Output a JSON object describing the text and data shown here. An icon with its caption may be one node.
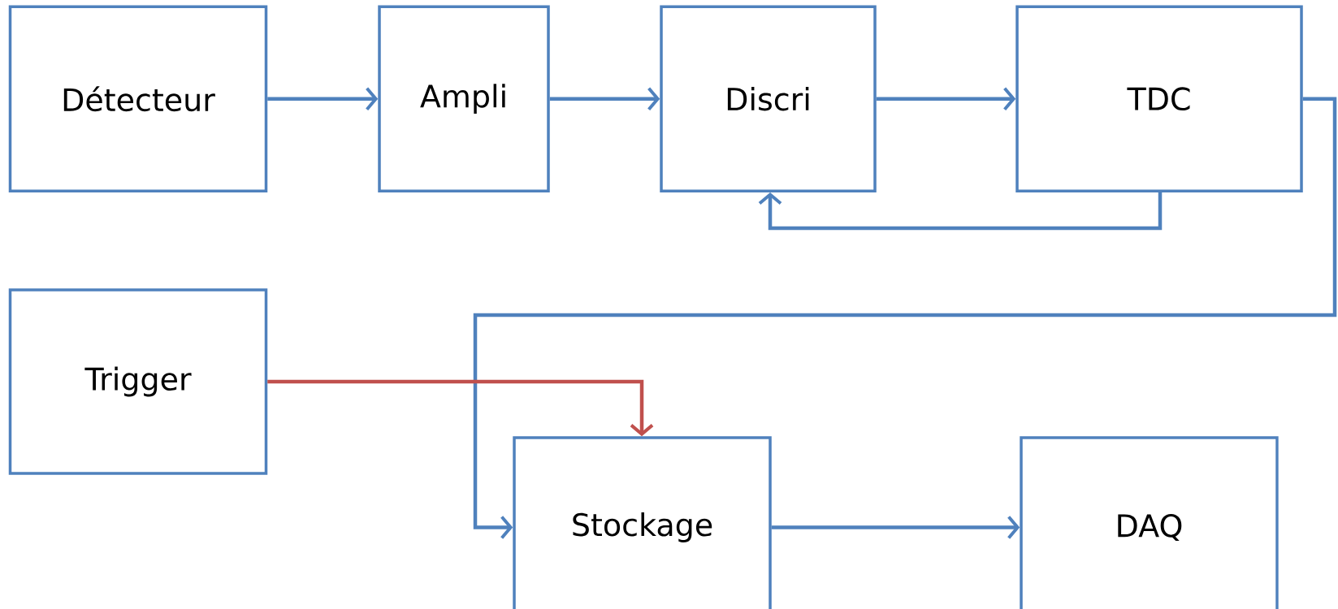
{
  "diagram": {
    "nodes": [
      {
        "text": [
          "Détecteur"
        ]
      },
      {
        "text": [
          "Ampli"
        ]
      },
      {
        "text": [
          "Discri"
        ]
      },
      {
        "text": [
          "TDC"
        ]
      },
      {
        "text": [
          "Trigger"
        ]
      },
      {
        "text": [
          "Stockage"
        ]
      },
      {
        "text": [
          "DAQ"
        ]
      }
    ],
    "edges": [
      {
        "from": 0,
        "to": 1,
        "arrow": "to"
      },
      {
        "from": 1,
        "to": 2,
        "arrow": "to"
      },
      {
        "from": 2,
        "to": 3,
        "arrow": "to"
      },
      {
        "from": 3,
        "to": 2,
        "arrow": "to"
      },
      {
        "from": 3,
        "to": 5,
        "arrow": "to"
      },
      {
        "from": 4,
        "to": 5,
        "arrow": "to",
        "color": "#c0504d"
      },
      {
        "from": 5,
        "to": 6,
        "arrow": "to"
      }
    ]
  }
}
